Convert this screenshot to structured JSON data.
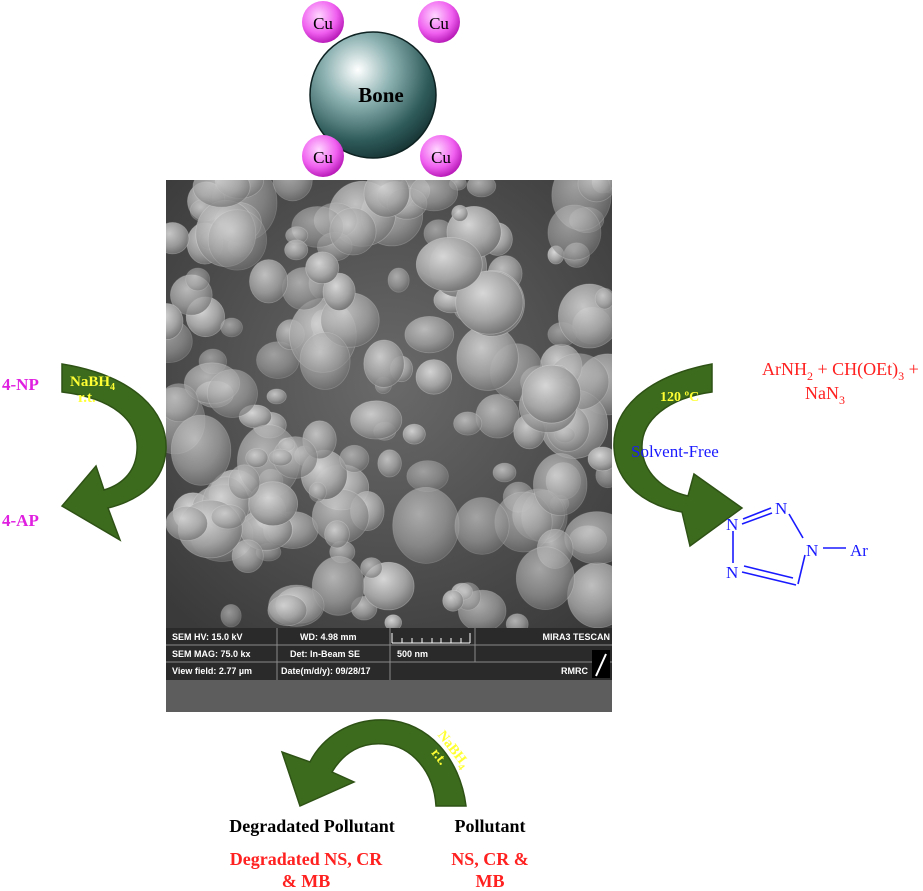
{
  "bone": {
    "label": "Bone",
    "cu_labels": [
      "Cu",
      "Cu",
      "Cu",
      "Cu"
    ]
  },
  "sem": {
    "hv": "SEM HV: 15.0 kV",
    "wd": "WD: 4.98 mm",
    "brand": "MIRA3 TESCAN",
    "mag": "SEM MAG: 75.0 kx",
    "det": "Det: In-Beam SE",
    "scale": "500 nm",
    "view_field": "View field: 2.77 µm",
    "date": "Date(m/d/y): 09/28/17",
    "lab": "RMRC"
  },
  "left_reaction": {
    "reactant": "4-NP",
    "product": "4-AP",
    "reagent": "NaBH",
    "reagent_sub": "4",
    "condition": "r.t."
  },
  "right_reaction": {
    "reactants_line1_a": "ArNH",
    "reactants_line1_sub": "2",
    "reactants_line1_b": " + CH(OEt)",
    "reactants_line1_sub2": "3",
    "reactants_line1_c": " +",
    "reactants_line2": "NaN",
    "reactants_line2_sub": "3",
    "temperature": "120 ºC",
    "solvent": "Solvent-Free",
    "product_atoms": {
      "n1": "N",
      "n2": "N",
      "n3": "N",
      "n4": "N",
      "ar": "Ar"
    }
  },
  "bottom_reaction": {
    "reagent": "NaBH",
    "reagent_sub": "4",
    "condition": "r.t.",
    "pollutant_title": "Pollutant",
    "pollutant_line1": "NS, CR &",
    "pollutant_line2": "MB",
    "degraded_title": "Degradated Pollutant",
    "degraded_line1": "Degradated NS, CR",
    "degraded_line2": "& MB"
  },
  "colors": {
    "arrow_green": "#3d6b1e",
    "magenta": "#e020e0",
    "red": "#ff2020",
    "blue": "#1a1aff",
    "yellow": "#ffff33"
  }
}
